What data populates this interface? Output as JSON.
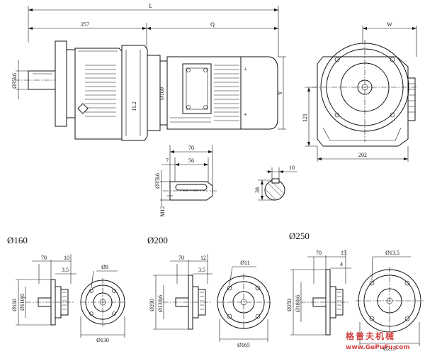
{
  "main_view": {
    "total_length": "L",
    "gear_length": "257",
    "motor_length": "Q",
    "shaft_dia": "Ø35k6",
    "flange_dia": "Ø160",
    "flange_thk": "11.2",
    "height_dim": "Y"
  },
  "side_view": {
    "width_top": "W",
    "center_height": "121",
    "base_width": "202"
  },
  "shaft_detail": {
    "length_total": "70",
    "key_offset": "7",
    "key_length": "56",
    "shaft_dia": "Ø35k6",
    "thread": "M12"
  },
  "key_section": {
    "key_width": "10",
    "depth": "38"
  },
  "flanges": [
    {
      "title": "Ø160",
      "dim_70": "70",
      "dim_10": "10",
      "dim_35": "3.5",
      "outer_dia": "Ø160",
      "spigot_dia": "Ø110j6",
      "hole_dia": "Ø9",
      "pcd": "Ø130"
    },
    {
      "title": "Ø200",
      "dim_70": "70",
      "dim_10": "12",
      "dim_35": "3.5",
      "outer_dia": "Ø200",
      "spigot_dia": "Ø130j6",
      "hole_dia": "Ø11",
      "pcd": "Ø165"
    },
    {
      "title": "Ø250",
      "dim_70": "70",
      "dim_10": "15",
      "dim_35": "4",
      "outer_dia": "Ø250",
      "spigot_dia": "Ø180j6",
      "hole_dia": "Ø13.5",
      "pcd": "Ø215"
    }
  ],
  "watermark": {
    "cn": "格普夫机械",
    "url": "www.GePuFu.com"
  }
}
